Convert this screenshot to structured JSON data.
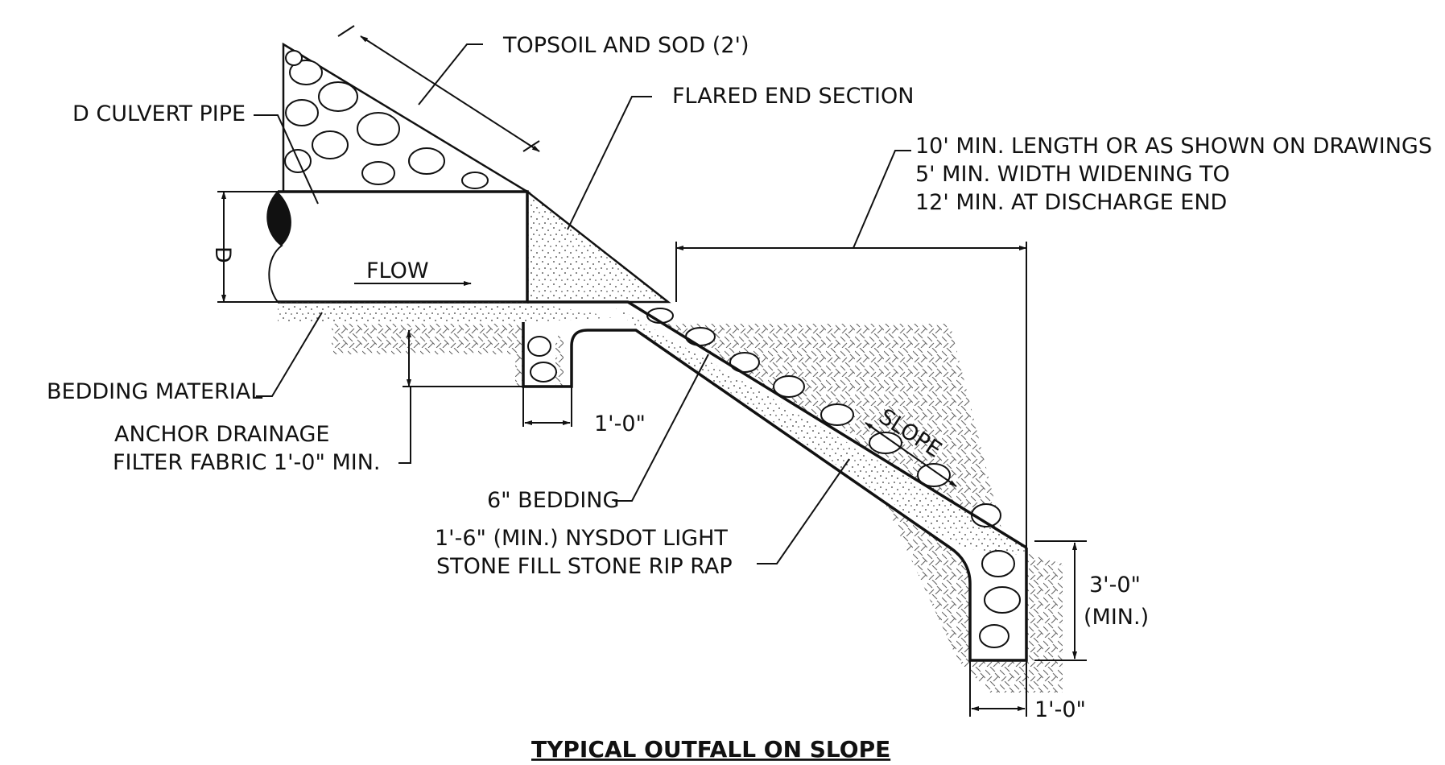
{
  "title": "TYPICAL OUTFALL ON SLOPE",
  "labels": {
    "topsoil": "TOPSOIL AND SOD (2')",
    "culvert": "D CULVERT PIPE",
    "flared_end": "FLARED END SECTION",
    "min_length_1": "10' MIN. LENGTH OR AS SHOWN ON DRAWINGS",
    "min_length_2": "5' MIN. WIDTH WIDENING TO",
    "min_length_3": "12' MIN. AT DISCHARGE END",
    "diameter": "D",
    "flow": "FLOW",
    "bedding_material": "BEDDING MATERIAL",
    "anchor_1": "ANCHOR DRAINAGE",
    "anchor_2": "FILTER FABRIC 1'-0\" MIN.",
    "dim_toe_width": "1'-0\"",
    "bedding_6": "6\" BEDDING",
    "riprap_1": "1'-6\" (MIN.) NYSDOT LIGHT",
    "riprap_2": "STONE FILL STONE RIP RAP",
    "slope": "SLOPE",
    "dim_depth_1": "3'-0\"",
    "dim_depth_2": "(MIN.)",
    "dim_end_width": "1'-0\""
  }
}
